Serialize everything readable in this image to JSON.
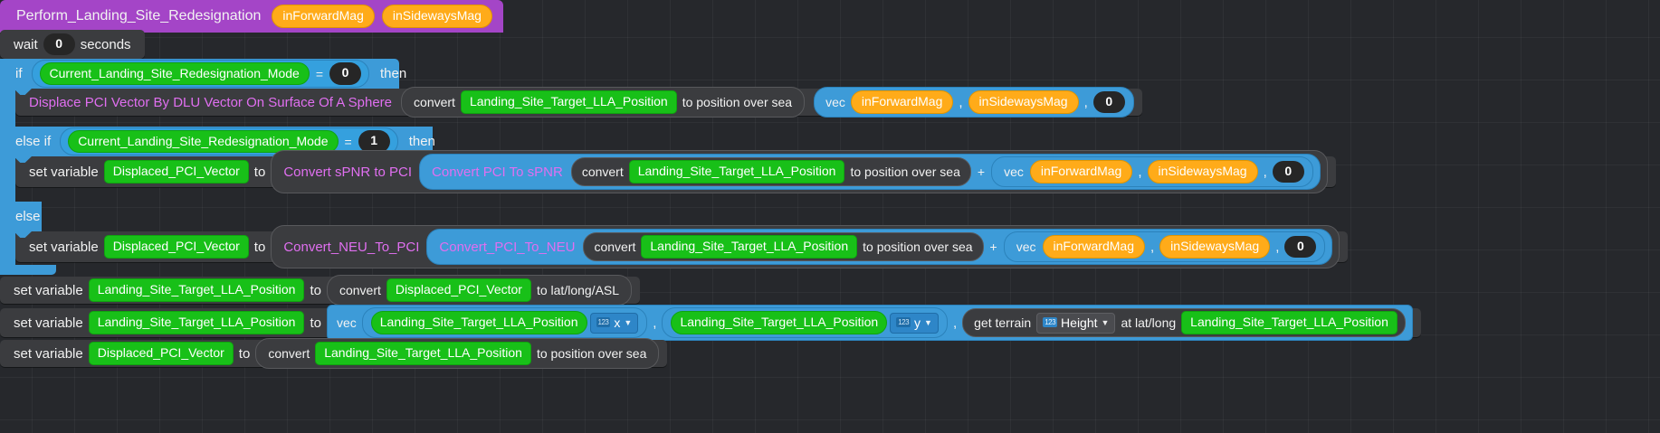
{
  "editor": {
    "name": "block-script-canvas",
    "theme": {
      "background": "#26282c",
      "grid_line": "#33363b",
      "stack_block": "#3b3c3f",
      "hat_block": "#a445c7",
      "control_block": "#3d9bd8",
      "variable": "#18c018",
      "parameter": "#ffab19",
      "custom_call_text": "#e06ff0",
      "number_input": "#262626"
    }
  },
  "hat": {
    "name": "Perform_Landing_Site_Redesignation",
    "params": [
      "inForwardMag",
      "inSidewaysMag"
    ]
  },
  "wait_block": {
    "prefix": "wait",
    "value": "0",
    "suffix": "seconds"
  },
  "if_block": {
    "keyword": "if",
    "condition_variable": "Current_Landing_Site_Redesignation_Mode",
    "operator": "=",
    "compare_value": "0",
    "then": "then",
    "body": {
      "call": "Displace PCI Vector By DLU Vector On Surface Of A Sphere",
      "convert": "convert",
      "convert_arg": "Landing_Site_Target_LLA_Position",
      "convert_to": "to position over sea",
      "vec": {
        "label": "vec",
        "x": "inForwardMag",
        "y": "inSidewaysMag",
        "z": "0"
      }
    }
  },
  "elseif_block": {
    "keyword": "else if",
    "condition_variable": "Current_Landing_Site_Redesignation_Mode",
    "operator": "=",
    "compare_value": "1",
    "then": "then",
    "body": {
      "set_variable": "set variable",
      "target": "Displaced_PCI_Vector",
      "to": "to",
      "outer_call": "Convert sPNR to PCI",
      "inner_call": "Convert PCI To sPNR",
      "convert": "convert",
      "convert_arg": "Landing_Site_Target_LLA_Position",
      "convert_to": "to position over sea",
      "plus": "+",
      "vec": {
        "label": "vec",
        "x": "inForwardMag",
        "y": "inSidewaysMag",
        "z": "0"
      }
    }
  },
  "else_block": {
    "keyword": "else",
    "body": {
      "set_variable": "set variable",
      "target": "Displaced_PCI_Vector",
      "to": "to",
      "outer_call": "Convert_NEU_To_PCI",
      "inner_call": "Convert_PCI_To_NEU",
      "convert": "convert",
      "convert_arg": "Landing_Site_Target_LLA_Position",
      "convert_to": "to position over sea",
      "plus": "+",
      "vec": {
        "label": "vec",
        "x": "inForwardMag",
        "y": "inSidewaysMag",
        "z": "0"
      }
    }
  },
  "tail_rows": [
    {
      "set_variable": "set variable",
      "target": "Landing_Site_Target_LLA_Position",
      "to": "to",
      "convert": "convert",
      "convert_arg": "Displaced_PCI_Vector",
      "convert_to": "to lat/long/ASL"
    },
    {
      "set_variable": "set variable",
      "target": "Landing_Site_Target_LLA_Position",
      "to": "to",
      "vec_label": "vec",
      "component_1": {
        "variable": "Landing_Site_Target_LLA_Position",
        "field_badge": "123",
        "field": "x"
      },
      "comma": ",",
      "component_2": {
        "variable": "Landing_Site_Target_LLA_Position",
        "field_badge": "123",
        "field": "y"
      },
      "component_3": {
        "get_terrain": "get terrain",
        "field_badge": "123",
        "field": "Height",
        "at_latlong": "at lat/long",
        "variable": "Landing_Site_Target_LLA_Position"
      }
    },
    {
      "set_variable": "set variable",
      "target": "Displaced_PCI_Vector",
      "to": "to",
      "convert": "convert",
      "convert_arg": "Landing_Site_Target_LLA_Position",
      "convert_to": "to position over sea"
    }
  ]
}
